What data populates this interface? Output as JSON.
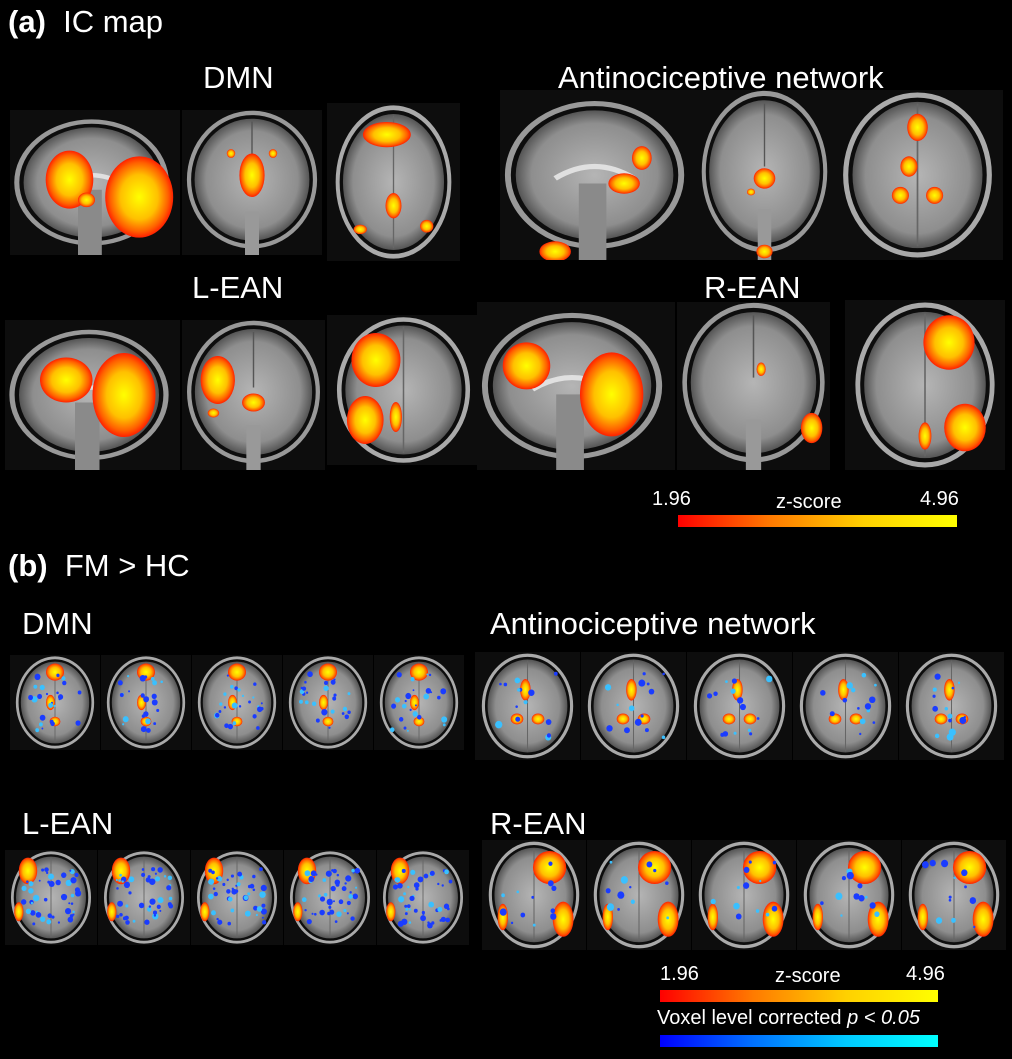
{
  "section_a": {
    "letter": "(a)",
    "title": "IC map",
    "networks": [
      "DMN",
      "Antinociceptive network",
      "L-EAN",
      "R-EAN"
    ],
    "colorbar": {
      "min": "1.96",
      "label": "z-score",
      "max": "4.96"
    }
  },
  "section_b": {
    "letter": "(b)",
    "title": "FM > HC",
    "networks": [
      "DMN",
      "Antinociceptive network",
      "L-EAN",
      "R-EAN"
    ],
    "colorbar": {
      "min": "1.96",
      "label": "z-score",
      "max": "4.96",
      "correction_prefix": "Voxel level corrected ",
      "correction_p": "p",
      "correction_suffix": " < 0.05"
    }
  },
  "colors": {
    "positive_low": "#ff0000",
    "positive_high": "#ffff00",
    "negative_low": "#0000ff",
    "negative_high": "#00ffff"
  }
}
